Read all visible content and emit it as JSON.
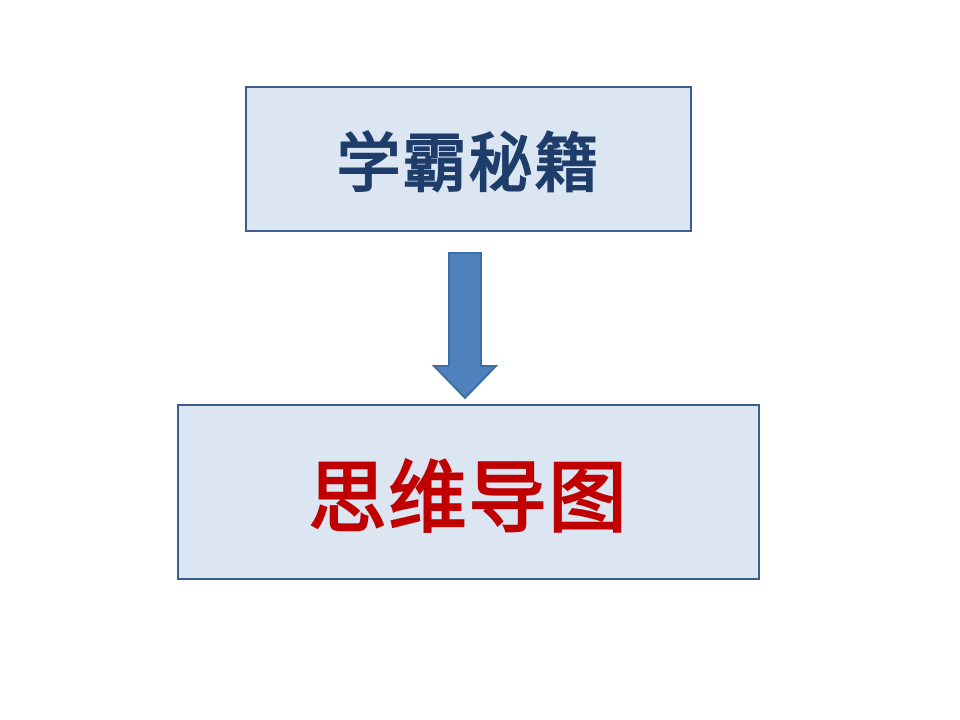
{
  "diagram": {
    "nodes": [
      {
        "id": "top",
        "label": "学霸秘籍",
        "fill": "#dce6f2",
        "text_color": "#1f3d6b"
      },
      {
        "id": "bottom",
        "label": "思维导图",
        "fill": "#dce6f2",
        "text_color": "#c00000"
      }
    ],
    "edges": [
      {
        "from": "top",
        "to": "bottom",
        "direction": "down",
        "color": "#4f81bd"
      }
    ],
    "colors": {
      "border": "#3d5f8f",
      "arrow_fill": "#4f81bd",
      "arrow_stroke": "#3a6ea5"
    }
  }
}
